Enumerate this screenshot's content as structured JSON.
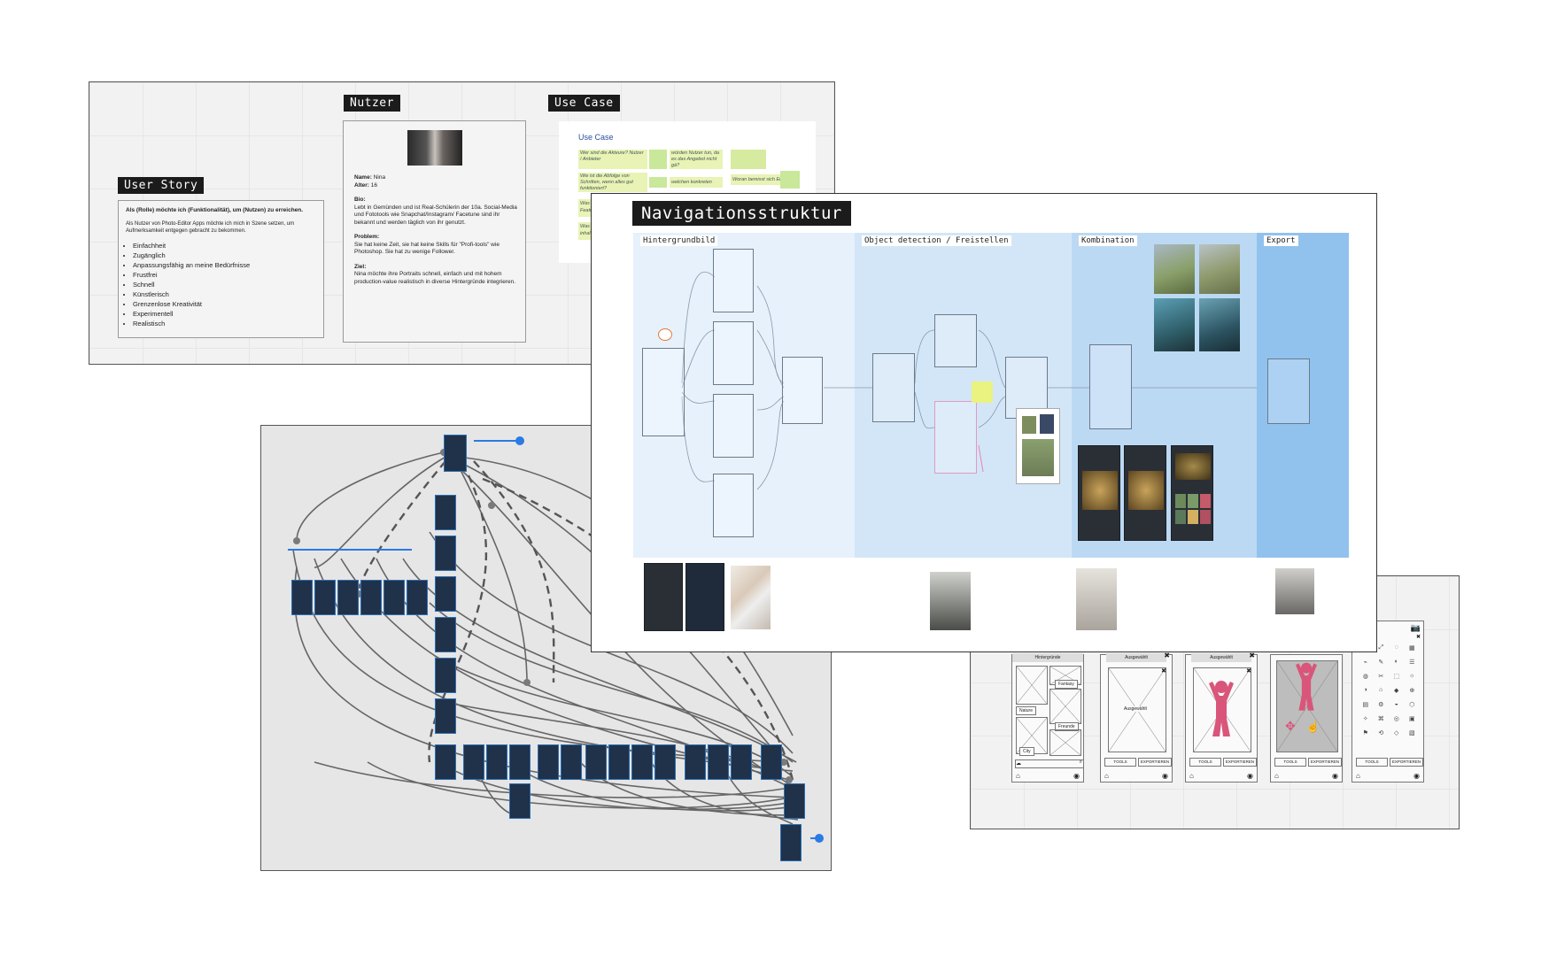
{
  "user_story": {
    "title": "User Story",
    "heading": "Als (Rolle) möchte ich (Funktionalität), um (Nutzen) zu erreichen.",
    "description": "Als Nutzer von Photo-Editor Apps möchte ich mich in Szene setzen, um Aufmerksamkeit  entgegen gebracht zu bekommen.",
    "items": [
      "Einfachheit",
      "Zugänglich",
      "Anpassungsfähig an meine Bedürfnisse",
      "Frustfrei",
      "Schnell",
      "Künstlerisch",
      "Grenzenlose Kreativität",
      "Experimentell",
      "Realistisch"
    ]
  },
  "persona": {
    "title": "Nutzer",
    "name_label": "Name:",
    "name": "Nina",
    "age_label": "Alter:",
    "age": "16",
    "bio_label": "Bio:",
    "bio": "Lebt in Gemünden und ist Real-Schülerin der 10a. Social-Media und Fototools wie Snapchat/Instagram/ Facetune sind ihr bekannt und werden täglich von ihr genutzt.",
    "problem_label": "Problem:",
    "problem": "Sie hat keine Zeit, sie hat keine Skills für \"Profi-tools\" wie Photoshop. Sie hat zu wenige Follower.",
    "goal_label": "Ziel:",
    "goal": "Nina möchte ihre Portraits schnell, einfach und mit hohem production-value realistisch in diverse Hintergründe integrieren."
  },
  "use_case": {
    "title": "Use Case",
    "heading": "Use Case",
    "q1": "Wer sind die Akteure? Nutzer / Anbieter",
    "q1_note": "würden Nutzer tun, da es das Angebot nicht gä?",
    "q2": "Wie ist die Abfolge von Schritten, wenn alles gut funktioniert?",
    "q2_note": "welchen konkreten",
    "q3": "Woran bemisst sich Erfolg?",
    "row3": "Was s",
    "row3b": "Featu",
    "row4": "Was s",
    "row4b": "inhal"
  },
  "nav": {
    "title": "Navigationsstruktur",
    "columns": [
      "Hintergrundbild",
      "Object detection / Freistellen",
      "Kombination",
      "Export"
    ],
    "colors": {
      "c1": "#e6f1fc",
      "c2": "#d3e6f8",
      "c3": "#bcd9f4",
      "c4": "#91c2ee"
    }
  },
  "wireframes": {
    "labels": {
      "nature": "Nature",
      "fantasy": "Fantasy",
      "friends": "Freunde",
      "city": "City",
      "tools": "TOOLS",
      "export": "EXPORTIEREN",
      "selected": "Ausgewählt",
      "hintergrundbild": "Hintergründe"
    }
  }
}
